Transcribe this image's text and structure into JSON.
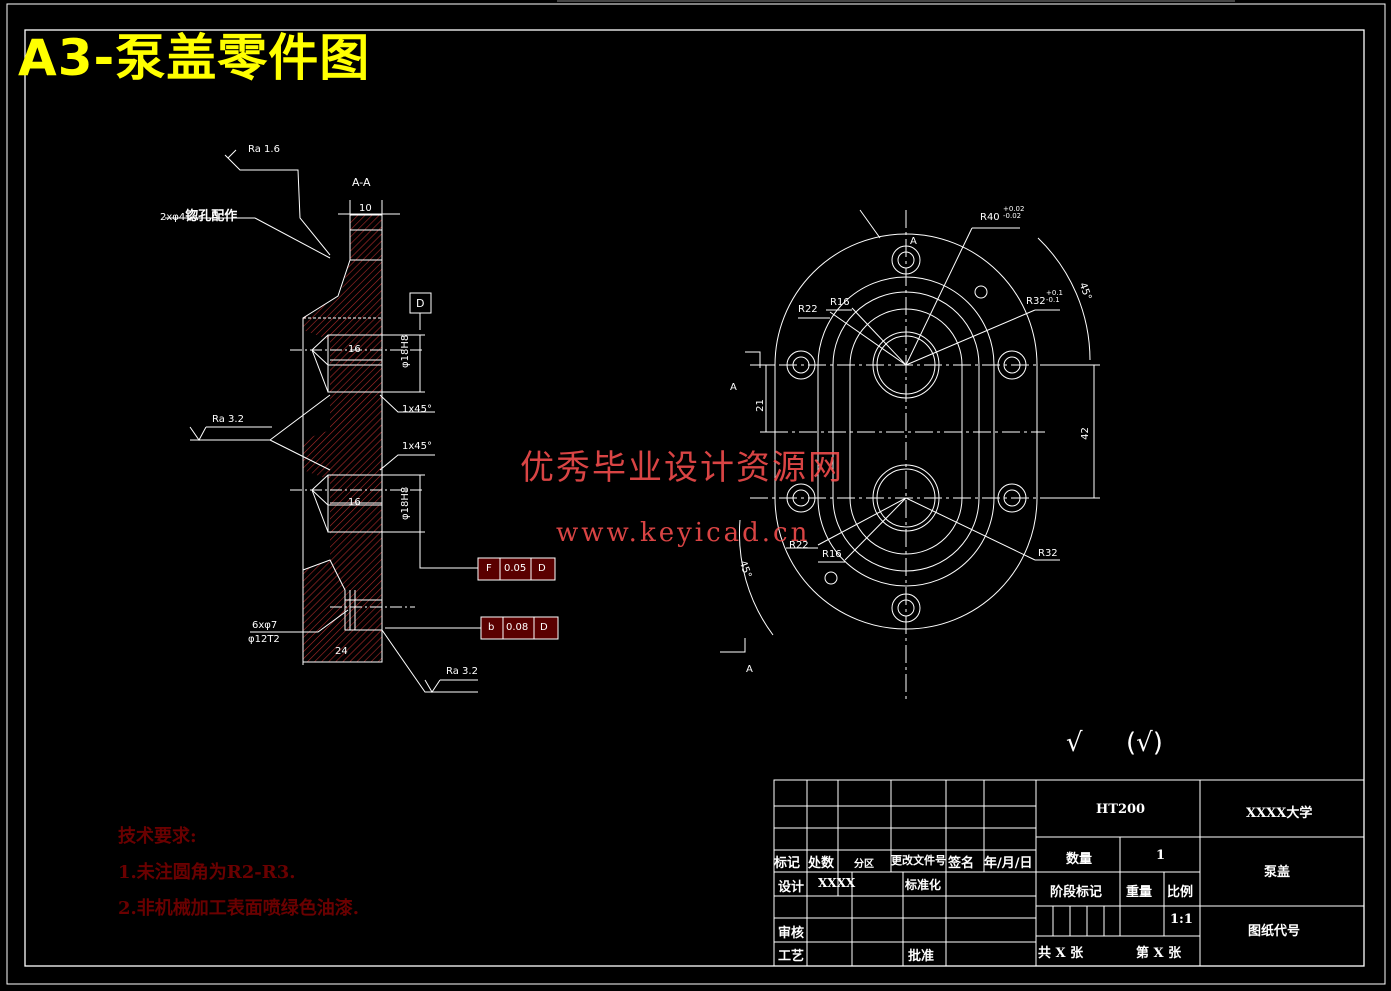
{
  "title": "A3-泵盖零件图",
  "watermark": {
    "line1": "优秀毕业设计资源网",
    "line2": "www.keyicad.cn"
  },
  "section_view": {
    "label": "A-A",
    "roughness_top": "Ra 1.6",
    "pin_note": "2xφ4",
    "pin_note_cn": "锪孔配作",
    "dim_width": "10",
    "datum": "D",
    "dim_depth_1": "16",
    "dim_bore_1": "φ18H8",
    "chamfer_1": "1x45°",
    "roughness_mid": "Ra 3.2",
    "chamfer_2": "1x45°",
    "dim_depth_2": "16",
    "dim_bore_2": "φ18H8",
    "fcf1": {
      "symbol": "F",
      "tol": "0.05",
      "datum": "D"
    },
    "hole_note_1": "6xφ7",
    "hole_note_2": "φ12T2",
    "fcf2": {
      "symbol": "b",
      "tol": "0.08",
      "datum": "D"
    },
    "dim_total": "24",
    "roughness_bottom": "Ra 3.2"
  },
  "front_view": {
    "r40": "R40",
    "r40_tol_upper": "+0.02",
    "r40_tol_lower": "-0.02",
    "r32_top": "R32",
    "r32_tol_upper": "+0.1",
    "r32_tol_lower": "-0.1",
    "r22_top": "R22",
    "r16_top": "R16",
    "angle_top": "45°",
    "section_mark": "A",
    "dim_21": "21",
    "dim_42": "42",
    "r22_bottom": "R22",
    "r16_bottom": "R16",
    "r32_bottom": "R32",
    "angle_bottom": "45°"
  },
  "surface_symbols": {
    "mark": "√",
    "mark_paren": "(√)"
  },
  "tech_requirements": {
    "heading": "技术要求:",
    "items": [
      "1.未注圆角为R2-R3.",
      "2.非机械加工表面喷绿色油漆."
    ]
  },
  "title_block": {
    "material": "HT200",
    "school": "XXXX大学",
    "part_name": "泵盖",
    "drawing_no_label": "图纸代号",
    "qty_label": "数量",
    "qty": "1",
    "stage_label": "阶段标记",
    "weight_label": "重量",
    "scale_label": "比例",
    "scale": "1:1",
    "total_sheets": "共 X 张",
    "sheet_no": "第 X 张",
    "headers": [
      "标记",
      "处数",
      "分区",
      "更改文件号",
      "签名",
      "年/月/日"
    ],
    "design_label": "设计",
    "designer": "XXXX",
    "standard_label": "标准化",
    "review_label": "审核",
    "process_label": "工艺",
    "approve_label": "批准"
  },
  "colors": {
    "background": "#000000",
    "line": "#ffffff",
    "title": "#ffff00",
    "watermark": "#ff5050",
    "tech_text": "#6a0000",
    "fcf_box": "#5a0000"
  }
}
